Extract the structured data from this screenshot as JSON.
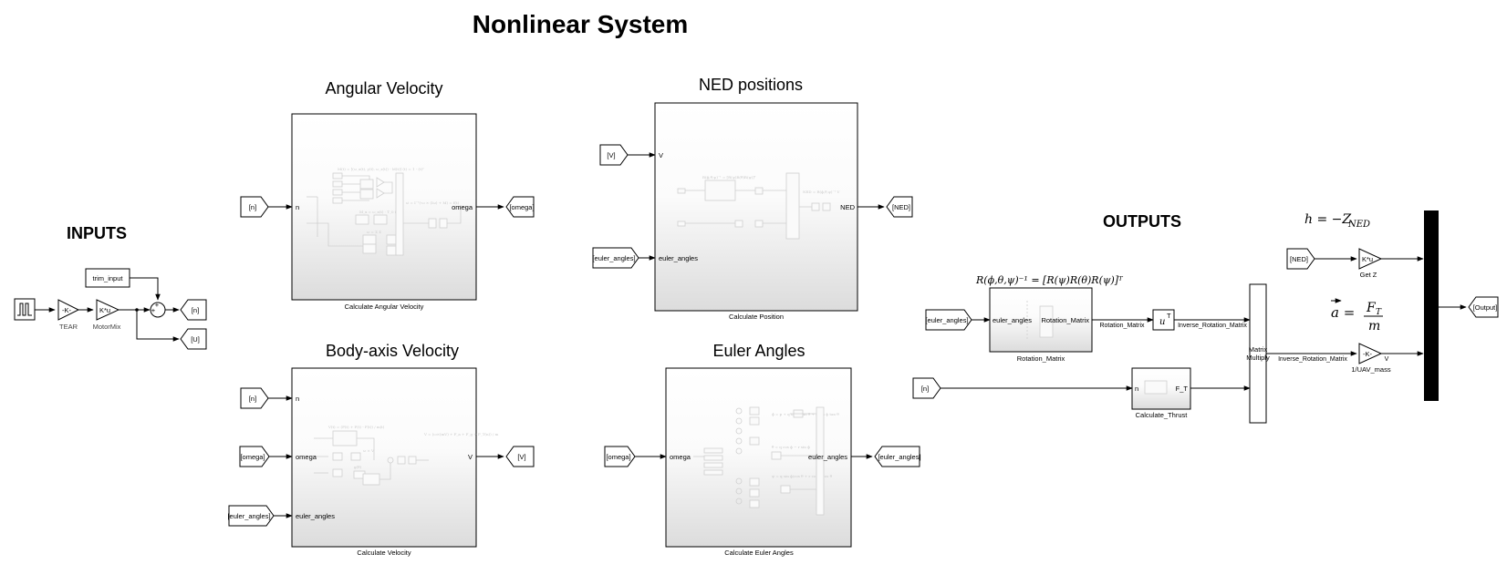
{
  "title": "Nonlinear System",
  "inputs": {
    "heading": "INPUTS",
    "tear_gain": "-K-",
    "tear_label": "TEAR",
    "motormix_gain": "K*u",
    "motormix_label": "MotorMix",
    "trim_input": "trim_input",
    "sum_sign_top": "+",
    "sum_sign_left": "+",
    "goto_n": "[n]",
    "goto_U": "[U]"
  },
  "angular_velocity": {
    "heading": "Angular Velocity",
    "caption": "Calculate Angular Velocity",
    "in_tag": "[n]",
    "in_port": "n",
    "out_port": "omega",
    "out_tag": "[omega]"
  },
  "body_velocity": {
    "heading": "Body-axis Velocity",
    "caption": "Calculate Velocity",
    "in_tags": [
      "[n]",
      "[omega]",
      "[euler_angles]"
    ],
    "in_ports": [
      "n",
      "omega",
      "euler_angles"
    ],
    "out_port": "V",
    "out_tag": "[V]"
  },
  "ned_positions": {
    "heading": "NED positions",
    "caption": "Calculate Position",
    "in_tags": [
      "[V]",
      "[euler_angles]"
    ],
    "in_ports": [
      "V",
      "euler_angles"
    ],
    "out_port": "NED",
    "out_tag": "[NED]"
  },
  "euler_angles": {
    "heading": "Euler Angles",
    "caption": "Calculate Euler Angles",
    "in_tag": "[omega]",
    "in_port": "omega",
    "out_port": "euler_angles",
    "out_tag": "[euler_angles]"
  },
  "outputs": {
    "heading": "OUTPUTS",
    "rotation_equation": "R(ϕ,θ,ψ)⁻¹ = [R(ψ)R(θ)R(ψ)]ᵀ",
    "h_equation": "h = −Z",
    "h_equation_sub": "NED",
    "accel_equation_lhs": "a =",
    "accel_equation_num": "F",
    "accel_equation_num_sub": "T",
    "accel_equation_den": "m",
    "euler_tag": "[euler_angles]",
    "rot_in_port": "euler_angles",
    "rot_out_port": "Rotation_Matrix",
    "rot_caption": "Rotation_Matrix",
    "sig_rotation": "Rotation_Matrix",
    "transpose_label": "u",
    "transpose_sup": "T",
    "sig_inverse": "Inverse_Rotation_Matrix",
    "n_tag": "[n]",
    "thrust_in_port": "n",
    "thrust_out_port": "F_T",
    "thrust_caption": "Calculate_Thrust",
    "matrix_mult_label_1": "Matrix",
    "matrix_mult_label_2": "Multiply",
    "ned_tag": "[NED]",
    "getz_gain": "K*u",
    "getz_label": "Get Z",
    "sig_inverse_2": "Inverse_Rotation_Matrix",
    "mass_gain": "-K-",
    "mass_label": "1/UAV_mass",
    "mass_out_sig": "V",
    "output_tag": "[Output]"
  }
}
